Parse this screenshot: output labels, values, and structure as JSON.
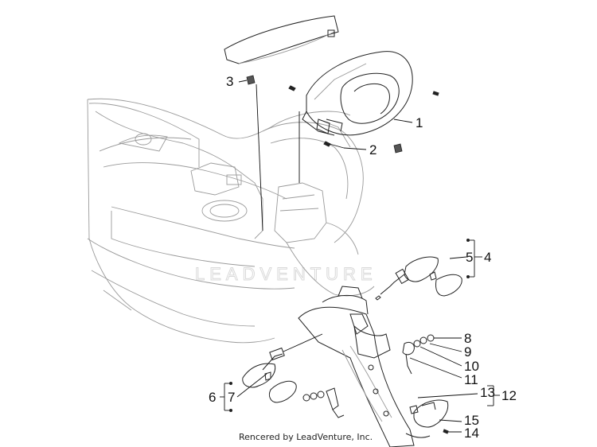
{
  "diagram": {
    "callouts": [
      {
        "id": "c1",
        "label": "1"
      },
      {
        "id": "c2",
        "label": "2"
      },
      {
        "id": "c3",
        "label": "3"
      },
      {
        "id": "c4",
        "label": "4"
      },
      {
        "id": "c5",
        "label": "5"
      },
      {
        "id": "c6",
        "label": "6"
      },
      {
        "id": "c7",
        "label": "7"
      },
      {
        "id": "c8",
        "label": "8"
      },
      {
        "id": "c9",
        "label": "9"
      },
      {
        "id": "c10",
        "label": "10"
      },
      {
        "id": "c11",
        "label": "11"
      },
      {
        "id": "c12",
        "label": "12"
      },
      {
        "id": "c13",
        "label": "13"
      },
      {
        "id": "c14",
        "label": "14"
      },
      {
        "id": "c15",
        "label": "15"
      }
    ],
    "watermark": "LEADVENTURE",
    "credit": "Rencered by LeadVenture, Inc."
  }
}
